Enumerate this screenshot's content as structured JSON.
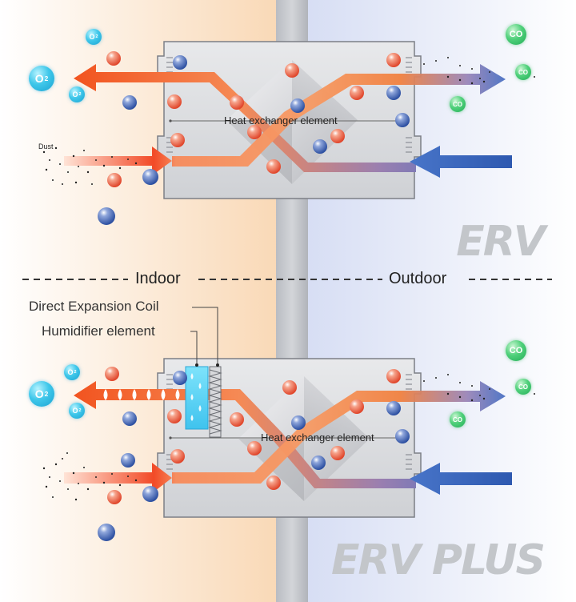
{
  "labels": {
    "indoor": "Indoor",
    "outdoor": "Outdoor",
    "erv_title": "ERV",
    "erv_plus_title": "ERV PLUS",
    "heat_exchanger_top": "Heat exchanger element",
    "heat_exchanger_bottom": "Heat exchanger element",
    "dust": "Dust",
    "direct_expansion_coil": "Direct Expansion Coil",
    "humidifier_element": "Humidifier element"
  },
  "gases": {
    "o2": "O",
    "o2_sub": "2",
    "co": "CO"
  },
  "colors": {
    "indoor_bg": "#fbe1c5",
    "outdoor_bg": "#dde3f6",
    "warm_arrow": "#f26522",
    "cool_arrow": "#2f5fb5",
    "o2_badge": "#2ab4e0",
    "co_badge": "#35c46a",
    "unit_body": "#dcdde0"
  }
}
